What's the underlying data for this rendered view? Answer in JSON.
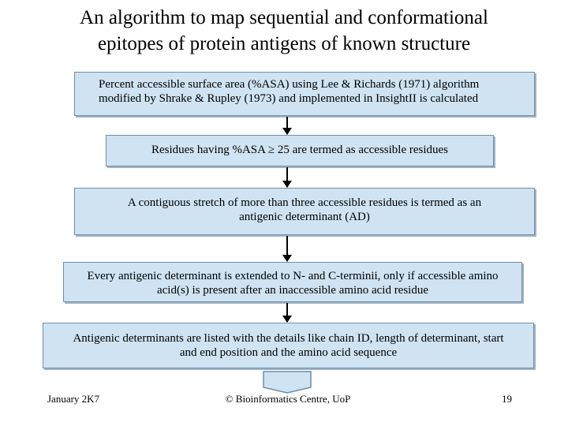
{
  "title": {
    "line1": "An algorithm to map sequential and conformational",
    "line2": "epitopes of protein antigens of known structure"
  },
  "steps": [
    {
      "line1": "Percent accessible surface area (%ASA) using Lee & Richards (1971) algorithm",
      "line2": "modified by Shrake & Rupley (1973) and implemented in InsightII is calculated"
    },
    {
      "line1": "Residues having %ASA ≥ 25 are termed as accessible residues"
    },
    {
      "line1": "A contiguous stretch of more than three accessible residues is termed as an",
      "line2": "antigenic determinant (AD)"
    },
    {
      "line1": "Every antigenic determinant is extended to N- and C-terminii, only if accessible amino",
      "line2": "acid(s) is present after an inaccessible amino acid residue"
    },
    {
      "line1": "Antigenic determinants are listed with the details like chain ID, length of determinant, start",
      "line2": "and end position and the amino acid sequence"
    }
  ],
  "footer": {
    "date": "January 2K7",
    "credit": "© Bioinformatics Centre, UoP",
    "page": "19"
  },
  "colors": {
    "box_fill": "#cfe3f2",
    "box_border": "#6f8fa8"
  }
}
